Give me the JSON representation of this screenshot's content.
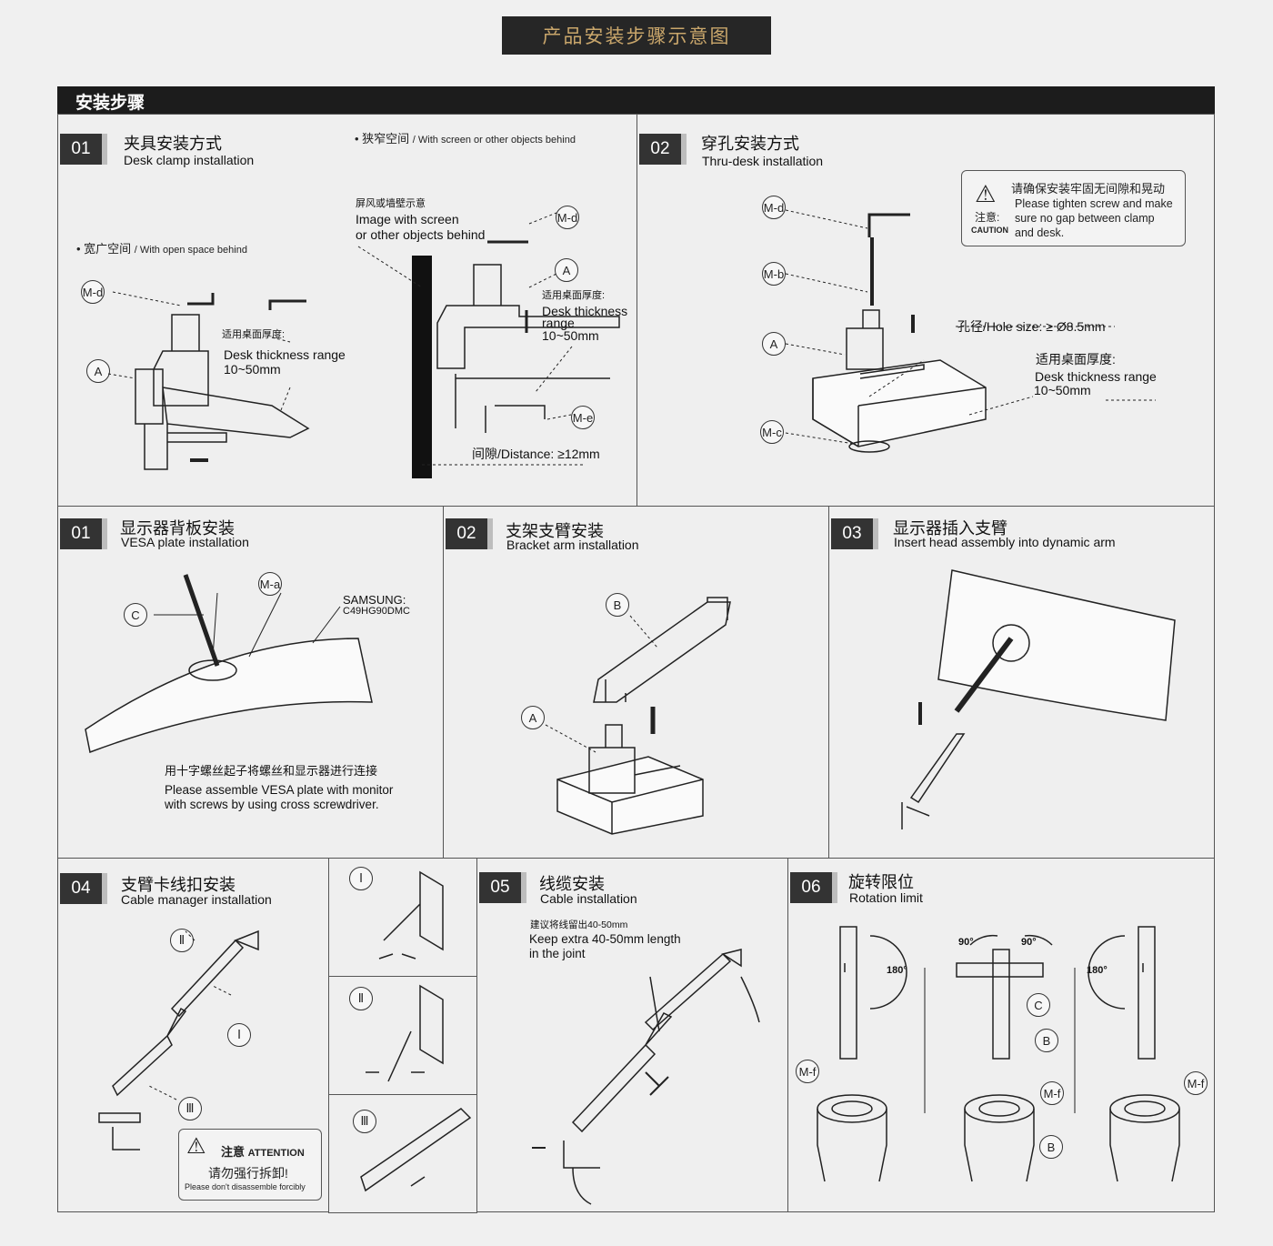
{
  "title": "产品安装步骤示意图",
  "section_header": "安装步骤",
  "clamp": {
    "num": "01",
    "zh": "夹具安装方式",
    "en": "Desk clamp installation",
    "narrow_zh": "• 狭窄空间",
    "narrow_en": "/ With screen or other objects behind",
    "wide_zh": "• 宽广空间",
    "wide_en": "/ With open space behind",
    "screen_zh": "屏风或墙壁示意",
    "screen_en1": "Image with screen",
    "screen_en2": "or other objects behind",
    "thick_zh": "适用桌面厚度:",
    "thick_en": "Desk thickness range",
    "thick_range": "10~50mm",
    "thick2_en1": "Desk thickness",
    "thick2_en2": "range",
    "distance": "间隙/Distance: ≥12mm",
    "callouts": [
      "M-d",
      "A",
      "M-d",
      "A",
      "M-e"
    ]
  },
  "thru": {
    "num": "02",
    "zh": "穿孔安装方式",
    "en": "Thru-desk installation",
    "caution_zh": "请确保安装牢固无间隙和晃动",
    "caution_en1": "Please tighten screw and make",
    "caution_en2": "sure no gap between clamp",
    "caution_en3": "and desk.",
    "caution_label_zh": "注意:",
    "caution_label_en": "CAUTION",
    "hole": "孔径/Hole size: ≥ Ø8.5mm",
    "thick_zh": "适用桌面厚度:",
    "thick_en": "Desk thickness range",
    "thick_range": "10~50mm",
    "callouts": [
      "M-d",
      "M-b",
      "A",
      "M-c"
    ]
  },
  "vesa": {
    "num": "01",
    "zh": "显示器背板安装",
    "en": "VESA plate installation",
    "brand": "SAMSUNG:",
    "model": "C49HG90DMC",
    "desc_zh": "用十字螺丝起子将螺丝和显示器进行连接",
    "desc_en1": "Please assemble VESA plate with monitor",
    "desc_en2": "with screws by using cross screwdriver.",
    "callouts": [
      "C",
      "M-a"
    ]
  },
  "bracket": {
    "num": "02",
    "zh": "支架支臂安装",
    "en": "Bracket arm installation",
    "callouts": [
      "B",
      "A"
    ]
  },
  "insert": {
    "num": "03",
    "zh": "显示器插入支臂",
    "en": "Insert head assembly into dynamic arm"
  },
  "cable_mgr": {
    "num": "04",
    "zh": "支臂卡线扣安装",
    "en": "Cable manager installation",
    "callouts": [
      "Ⅱ",
      "Ⅰ",
      "Ⅲ"
    ],
    "attention_zh": "注意",
    "attention_en": "ATTENTION",
    "warn_zh": "请勿强行拆卸!",
    "warn_en": "Please don't disassemble forcibly",
    "steps": [
      "Ⅰ",
      "Ⅱ",
      "Ⅲ"
    ]
  },
  "cable": {
    "num": "05",
    "zh": "线缆安装",
    "en": "Cable installation",
    "note_zh": "建议将线留出40-50mm",
    "note_en1": "Keep extra 40-50mm length",
    "note_en2": "in the joint"
  },
  "rotation": {
    "num": "06",
    "zh": "旋转限位",
    "en": "Rotation limit",
    "angles": [
      "180°",
      "90°",
      "90°",
      "180°"
    ],
    "callouts": [
      "C",
      "B",
      "M-f",
      "M-f",
      "B",
      "M-f"
    ]
  }
}
